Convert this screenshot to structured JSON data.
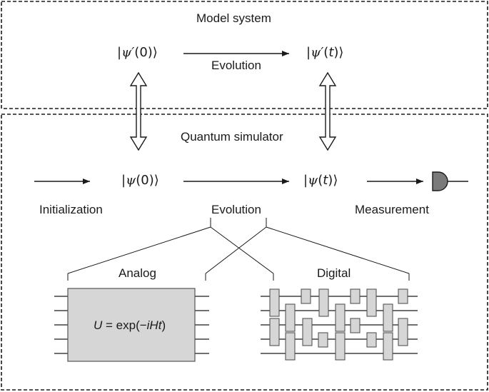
{
  "model_system": {
    "title": "Model system",
    "ket_initial": {
      "symbol": "ψ′",
      "arg": "0"
    },
    "ket_final": {
      "symbol": "ψ′",
      "arg": "t"
    },
    "evolution_label": "Evolution"
  },
  "quantum_simulator": {
    "title": "Quantum simulator",
    "ket_initial": {
      "symbol": "ψ",
      "arg": "0"
    },
    "ket_final": {
      "symbol": "ψ",
      "arg": "t"
    },
    "initialization_label": "Initialization",
    "evolution_label": "Evolution",
    "measurement_label": "Measurement"
  },
  "analog": {
    "label": "Analog",
    "formula": {
      "lhs": "U",
      "eq": " = exp(−",
      "var": "iHt",
      "close": ")"
    }
  },
  "digital": {
    "label": "Digital"
  },
  "colors": {
    "box_fill": "#d6d6d6",
    "box_stroke": "#555555",
    "detector_fill": "#7a7a7a",
    "line": "#1a1a1a"
  }
}
